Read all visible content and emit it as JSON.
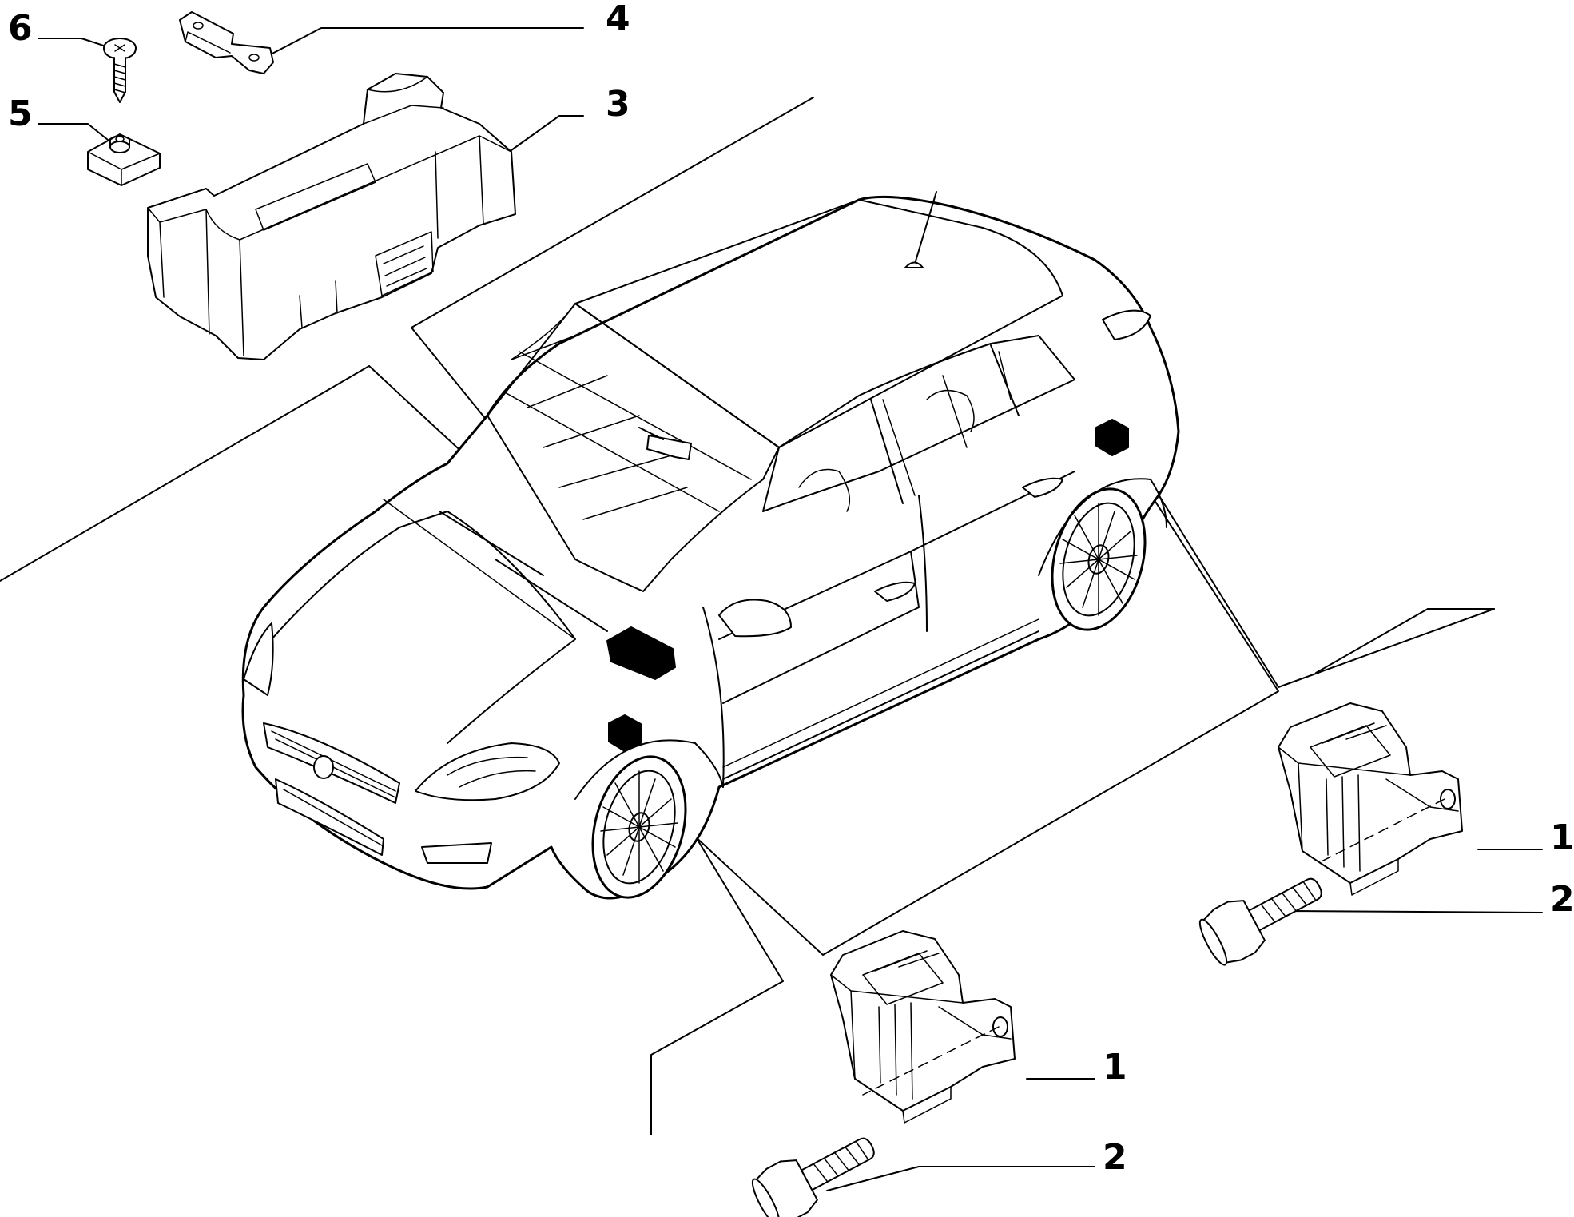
{
  "callouts": {
    "c1_rear": "1",
    "c2_rear": "2",
    "c1_front": "1",
    "c2_front": "2",
    "c3": "3",
    "c4": "4",
    "c5": "5",
    "c6": "6"
  },
  "colors": {
    "line": "#000000",
    "background": "#ffffff"
  },
  "parts": [
    {
      "ref": "1",
      "icon": "sensor-housing-icon"
    },
    {
      "ref": "2",
      "icon": "flange-bolt-icon"
    },
    {
      "ref": "3",
      "icon": "control-unit-icon"
    },
    {
      "ref": "4",
      "icon": "mounting-bracket-icon"
    },
    {
      "ref": "5",
      "icon": "clip-nut-icon"
    },
    {
      "ref": "6",
      "icon": "self-tapping-screw-icon"
    }
  ]
}
